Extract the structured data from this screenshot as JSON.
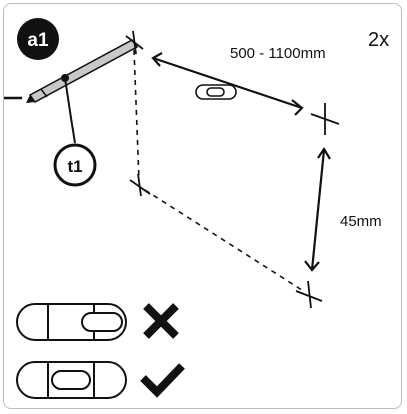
{
  "step_badge": "a1",
  "quantity": "2x",
  "dim_horizontal": "500 - 1100mm",
  "dim_vertical": "45mm",
  "tool_badge": "t1",
  "level_examples": [
    {
      "state": "incorrect",
      "mark": "cross-icon"
    },
    {
      "state": "correct",
      "mark": "check-icon"
    }
  ],
  "colors": {
    "ink": "#111111",
    "frame": "#bdbdbd",
    "pencil_body": "#c8c8c8"
  }
}
